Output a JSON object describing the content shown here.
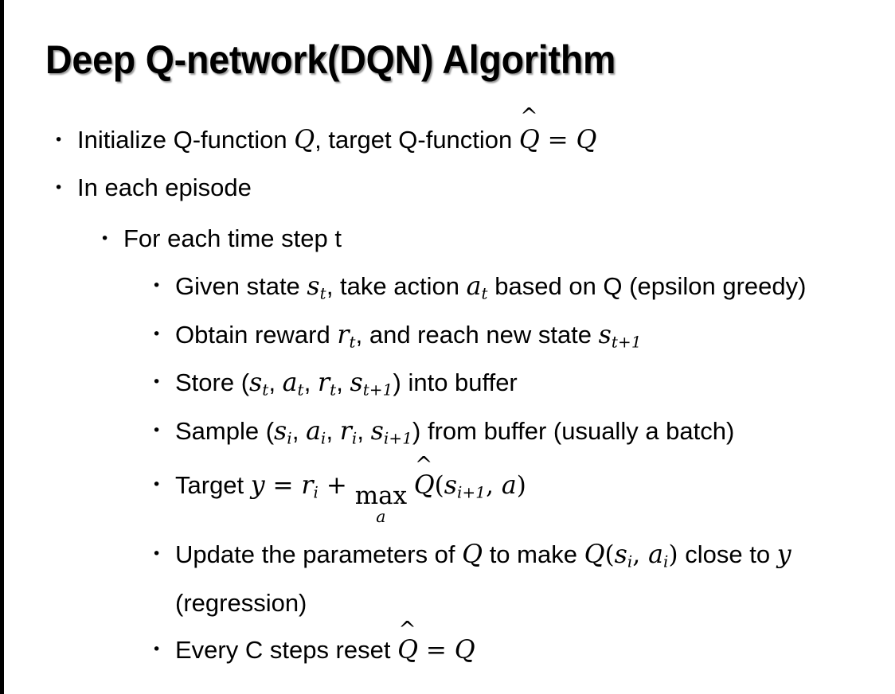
{
  "slide": {
    "title": "Deep Q-network(DQN) Algorithm",
    "background_color": "#FFFFFF",
    "text_color": "#000000",
    "edge_bar_color": "#000000",
    "bullet_glyph": "•"
  },
  "content": {
    "l1_initialize": {
      "pre": "Initialize Q-function ",
      "var_q1": "Q",
      "mid": ", target Q-function ",
      "var_qhat": "Q",
      "hat": "̂",
      "eq": " = ",
      "var_q2": "Q"
    },
    "l1_episode": {
      "text": "In each episode"
    },
    "l2_timestep": {
      "text": "For each time step t"
    },
    "l3_given_state": {
      "pre": "Given state ",
      "var_s": "s",
      "sub_s": "t",
      "mid": ", take action ",
      "var_a": "a",
      "sub_a": "t",
      "post": " based on Q (epsilon greedy)"
    },
    "l3_obtain_reward": {
      "pre": "Obtain reward ",
      "var_r": "r",
      "sub_r": "t",
      "mid": ", and reach new state ",
      "var_s": "s",
      "sub_s": "t+1"
    },
    "l3_store": {
      "pre": "Store (",
      "var_s1": "s",
      "sub_s1": "t",
      "sep1": ", ",
      "var_a": "a",
      "sub_a": "t",
      "sep2": ", ",
      "var_r": "r",
      "sub_r": "t",
      "sep3": ", ",
      "var_s2": "s",
      "sub_s2": "t+1",
      "post": ") into buffer"
    },
    "l3_sample": {
      "pre": "Sample (",
      "var_s1": "s",
      "sub_s1": "i",
      "sep1": ", ",
      "var_a": "a",
      "sub_a": "i",
      "sep2": ", ",
      "var_r": "r",
      "sub_r": "i",
      "sep3": ", ",
      "var_s2": "s",
      "sub_s2": "i+1",
      "post": ") from buffer (usually a batch)"
    },
    "l3_target": {
      "pre": "Target ",
      "var_y": "y",
      "eq": " = ",
      "var_r": "r",
      "sub_r": "i",
      "plus": " + ",
      "op_max": "max",
      "op_max_sub": "a",
      "var_qhat": "Q",
      "hat": "̂",
      "paren_open": "(",
      "var_s": "s",
      "sub_s": "i+1",
      "sep": ", ",
      "var_a": "a",
      "paren_close": ")"
    },
    "l3_update": {
      "pre": "Update the parameters of ",
      "var_q1": "Q",
      "mid": " to make ",
      "var_q2": "Q",
      "paren_open": "(",
      "var_s": "s",
      "sub_s": "i",
      "sep": ", ",
      "var_a": "a",
      "sub_a": "i",
      "paren_close": ")",
      "post": " close to ",
      "var_y": "y",
      "tail": " (regression)"
    },
    "l3_reset": {
      "pre": "Every C steps reset ",
      "var_qhat": "Q",
      "hat": "̂",
      "eq": " = ",
      "var_q": "Q"
    }
  }
}
